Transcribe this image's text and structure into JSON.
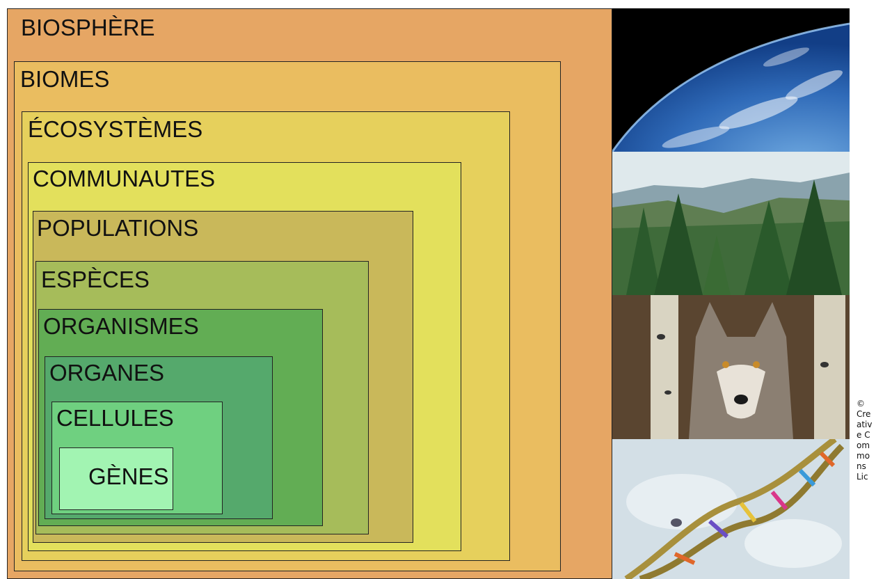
{
  "levels": [
    {
      "label": "BIOSPHÈRE",
      "color": "#e6a664"
    },
    {
      "label": "BIOMES",
      "color": "#eabd60"
    },
    {
      "label": "ÉCOSYSTÈMES",
      "color": "#e6d05c"
    },
    {
      "label": "COMMUNAUTES",
      "color": "#e3e05c"
    },
    {
      "label": "POPULATIONS",
      "color": "#c9b85a"
    },
    {
      "label": "ESPÈCES",
      "color": "#a6bc5a"
    },
    {
      "label": "ORGANISMES",
      "color": "#62ad54"
    },
    {
      "label": "ORGANES",
      "color": "#55a96c"
    },
    {
      "label": "CELLULES",
      "color": "#6fd080"
    },
    {
      "label": "GÈNES",
      "color": "#a2f4b2"
    }
  ],
  "photos": [
    {
      "name": "earth-from-space-photo"
    },
    {
      "name": "forest-mountain-photo"
    },
    {
      "name": "wolf-photo"
    },
    {
      "name": "dna-helix-photo"
    }
  ],
  "credit": "© Creative Commons Lic"
}
